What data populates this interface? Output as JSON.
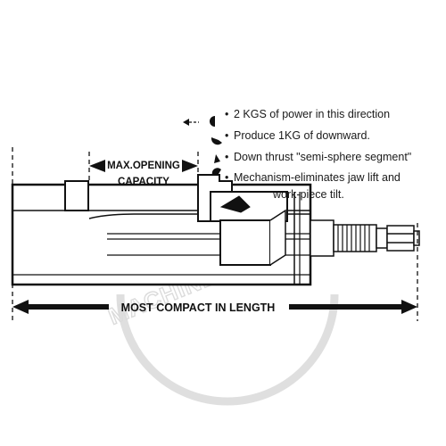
{
  "labels": {
    "max_opening": "MAX.OPENING",
    "capacity": "CAPACITY",
    "most_compact": "MOST COMPACT IN LENGTH"
  },
  "notes": [
    "2 KGS of power in this direction",
    "Produce 1KG of downward.",
    "Down thrust \"semi-sphere segment\"",
    "Mechanism-eliminates jaw lift and",
    "work-piece tilt."
  ],
  "watermark": {
    "text": "MACHINERYHOUSE"
  },
  "colors": {
    "ink": "#111111",
    "paper": "#ffffff",
    "watermark": "#d8d8d8"
  }
}
